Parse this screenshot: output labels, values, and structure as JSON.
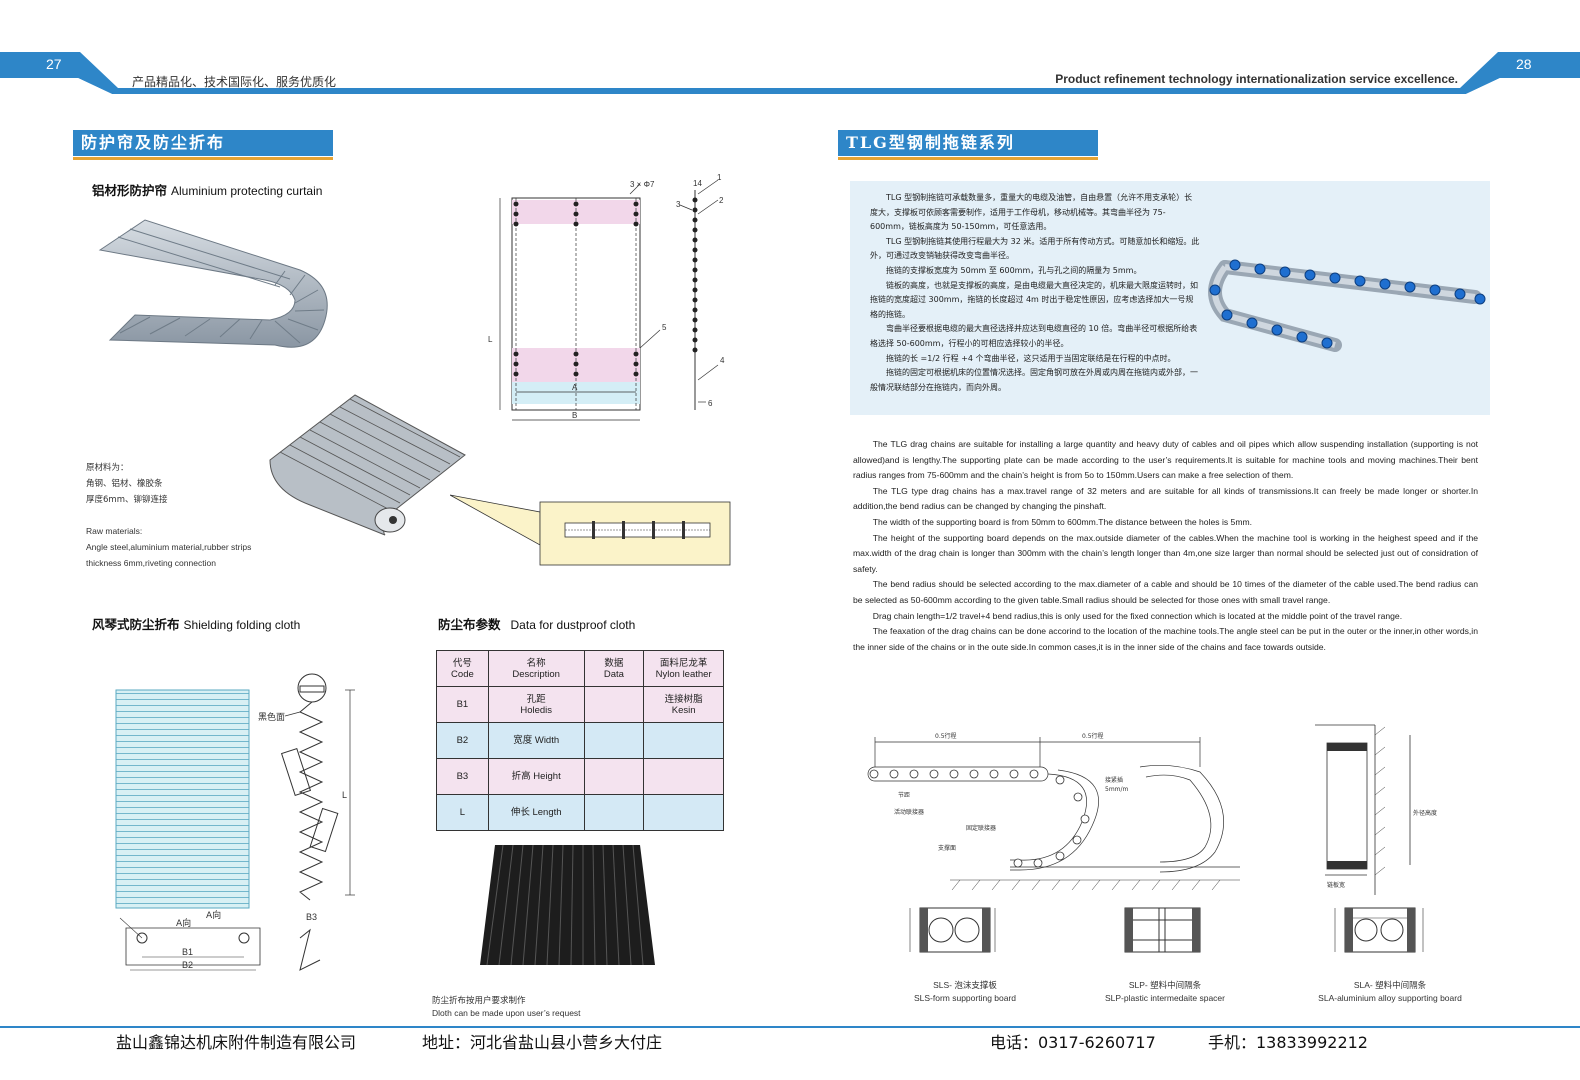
{
  "header": {
    "page_left": "27",
    "page_right": "28",
    "slogan_cn": "产品精品化、技术国际化、服务优质化",
    "slogan_en": "Product refinement  technology internationalization  service excellence."
  },
  "left": {
    "section_title": "防护帘及防尘折布",
    "curtain": {
      "title_cn": "铝材形防护帘",
      "title_en": "Aluminium protecting curtain"
    },
    "materials_cn": [
      "原材料为：",
      "角钢、铝材、橡胶条",
      "厚度6mm、铆铆连接"
    ],
    "materials_en": [
      "Raw materials:",
      "Angle steel,aluminium material,rubber strips",
      "thickness 6mm,riveting connection"
    ],
    "drawing_labels": {
      "holes": "3 × Φ7",
      "n14": "14",
      "n1": "1",
      "n2": "2",
      "n3": "3",
      "n4": "4",
      "n5": "5",
      "n6": "6",
      "L": "L",
      "A": "A",
      "B": "B"
    },
    "folding": {
      "title_cn": "风琴式防尘折布",
      "title_en": "Shielding folding cloth",
      "labels": {
        "black": "黑色面",
        "dirA1": "A向",
        "dirA2": "A向",
        "B1": "B1",
        "B2": "B2",
        "B3": "B3",
        "L": "L"
      }
    },
    "dust_table": {
      "title_cn": "防尘布参数",
      "title_en": "Data for dustproof cloth",
      "headers": [
        {
          "cn": "代号",
          "en": "Code"
        },
        {
          "cn": "名称",
          "en": "Description"
        },
        {
          "cn": "数据",
          "en": "Data"
        },
        {
          "cn": "面料尼龙革",
          "en": "Nylon leather"
        }
      ],
      "rows": [
        {
          "code": "B1",
          "desc_cn": "孔距",
          "desc_en": "Holedis",
          "data": "",
          "mat_cn": "连接树脂",
          "mat_en": "Kesin"
        },
        {
          "code": "B2",
          "desc_cn": "宽度",
          "desc_en": "Width",
          "data": "",
          "mat_cn": "",
          "mat_en": ""
        },
        {
          "code": "B3",
          "desc_cn": "折高",
          "desc_en": "Height",
          "data": "",
          "mat_cn": "",
          "mat_en": ""
        },
        {
          "code": "L",
          "desc_cn": "伸长",
          "desc_en": "Length",
          "data": "",
          "mat_cn": "",
          "mat_en": ""
        }
      ]
    },
    "note_cn": "防尘折布按用户要求制作",
    "note_en": "Dloth can be made upon user’s request"
  },
  "right": {
    "section_title": "TLG型钢制拖链系列",
    "cn_paragraphs": [
      "TLG 型钢制拖链可承载数量多，重量大的电缆及油管，自由悬置（允许不用支承轮）长度大，支撑板可依顾客需要制作，适用于工作母机，移动机械等。其弯曲半径为 75-600mm，链板高度为 50-150mm，可任意选用。",
      "TLG 型钢制拖链其使用行程最大为 32 米。适用于所有传动方式。可随意加长和缩短。此外，可通过改变销轴获得改变弯曲半径。",
      "拖链的支撑板宽度为 50mm 至 600mm，孔与孔之间的隔量为 5mm。",
      "链板的高度，也就是支撑板的高度，是由电缆最大直径决定的，机床最大限度运转时，如拖链的宽度超过 300mm，拖链的长度超过 4m 时出于稳定性原因，应考虑选择加大一号规格的拖链。",
      "弯曲半径要根据电缆的最大直径选择并应达到电缆直径的 10 倍。弯曲半径可根据所给表格选择 50-600mm，行程小的可相应选择较小的半径。",
      "拖链的长 =1/2 行程 +4 个弯曲半径，这只适用于当固定联结是在行程的中点时。",
      "拖链的固定可根据机床的位置情况选择。固定角钢可放在外周或内周在拖链内或外部，一般情况联结部分在拖链内，而向外周。"
    ],
    "en_paragraphs": [
      "The TLG drag chains are suitable for installing a large quantity and heavy duty of cables and oil pipes which allow suspending installation (supporting is not allowed)and is lengthy.The supporting plate can be made according to the user’s requirements.It is suitable for machine tools and moving machines.Their bent radius ranges from 75-600mm and the chain’s height is from 5o to 150mm.Users can make a free selection of them.",
      "The TLG type drag chains has a max.travel range of 32 meters and are suitable for all kinds of transmissions.It can freely be made longer or shorter.In addition,the bend radius can be changed by changing the pinshaft.",
      "The width of the supporting board is from 50mm to 600mm.The distance between the holes is 5mm.",
      "The height of the supporting board depends on the max.outside diameter of the cables.When the machine tool is working in the heighest speed and if the max.width of the drag chain is longer than 300mm with the chain’s length longer than 4m,one size larger than normal should be selected just out of considration of safety.",
      "The bend radius should be selected according to the max.diameter of a cable and should be 10 times of the diameter of the cable used.The bend radius can be selected as 50-600mm according to the given table.Small radius should be selected for those ones with small travel range.",
      "Drag chain length=1/2 travel+4 bend radius,this is only used for the fixed connection which is located at the middle point of the travel range.",
      "The feaxation of the drag chains can be done accorind to the location of the machine tools.The angle steel can be put in the outer or the inner,in other words,in the inner side of the chains or in the oute side.In common cases,it is in the inner side of the chains and face towards outside."
    ],
    "diagram_labels": {
      "half_travel_1": "0.5行程",
      "half_travel_2": "0.5行程",
      "pitch": "节距",
      "moving_connector": "活动联接器",
      "fixed_connector": "固定联接器",
      "support_surface": "支撑面",
      "connect_code": "接紧插",
      "radius": "5mm/m",
      "chain_plate_width": "链板宽",
      "height_label": "外径高度"
    },
    "profiles": [
      {
        "cn": "SLS- 泡沫支撑板",
        "en": "SLS-form supporting board"
      },
      {
        "cn": "SLP- 塑料中间隔条",
        "en": "SLP-plastic intermedaite spacer"
      },
      {
        "cn": "SLA- 塑料中间隔条",
        "en": "SLA-aluminium alloy supporting board"
      }
    ]
  },
  "footer": {
    "company": "盐山鑫锦达机床附件制造有限公司",
    "address": "地址：河北省盐山县小营乡大付庄",
    "phone": "电话：0317-6260717",
    "mobile": "手机：13833992212"
  },
  "colors": {
    "accent_blue": "#2e86c8",
    "accent_orange": "#e6a333",
    "light_blue": "#e4f0f8"
  }
}
